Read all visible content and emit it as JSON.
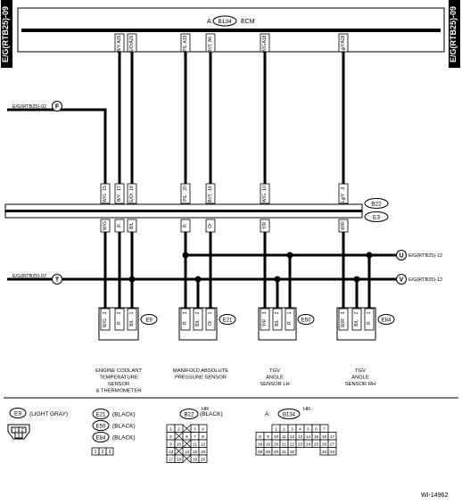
{
  "side_tabs": {
    "left": "E/G(RTB25)-09",
    "right": "E/G(RTB25)-09"
  },
  "ecm": {
    "prefix": "A:",
    "connector": "B134",
    "label": "ECM"
  },
  "ecm_pins": [
    {
      "color": "B/Y",
      "pin": "A35"
    },
    {
      "color": "G/Or",
      "pin": "A26"
    },
    {
      "color": "P/L",
      "pin": "A19"
    },
    {
      "color": "Br/Y",
      "pin": "A6"
    },
    {
      "color": "W/G",
      "pin": "A18"
    },
    {
      "color": "Lg/Y",
      "pin": "A28"
    }
  ],
  "mid_top_pins": [
    {
      "color": "W/G",
      "pin": "15"
    },
    {
      "color": "B/Y",
      "pin": "17"
    },
    {
      "color": "G/Or",
      "pin": "18"
    },
    {
      "color": "P/L",
      "pin": "20"
    },
    {
      "color": "Br/Y",
      "pin": "16"
    },
    {
      "color": "W/G",
      "pin": "10"
    },
    {
      "color": "Lg/Y",
      "pin": "3"
    }
  ],
  "mid_bottom_colors": [
    "W/G",
    "R",
    "B/L",
    "R",
    "Or",
    "Y/R",
    "W/R"
  ],
  "connector_labels": {
    "b22": "B22",
    "e3": "E3"
  },
  "refs": {
    "f": {
      "text": "E/G(RTB25)-02",
      "letter": "F"
    },
    "t": {
      "text": "E/G(RTB25)-07",
      "letter": "T"
    },
    "u": {
      "text": "E/G(RTB25)-12",
      "letter": "U"
    },
    "v": {
      "text": "E/G(RTB25)-12",
      "letter": "V"
    }
  },
  "sensors": [
    {
      "id": "E9",
      "pins": [
        "3",
        "2",
        "1"
      ],
      "colors": [
        "W/G",
        "R",
        "B/L"
      ],
      "label": [
        "ENGINE COOLANT",
        "TEMPERATURE",
        "SENSOR",
        "& THERMOMETER"
      ]
    },
    {
      "id": "E21",
      "pins": [
        "3",
        "2",
        "1"
      ],
      "colors": [
        "R",
        "B/L",
        "Or"
      ],
      "label": [
        "MANIFOLD ABSOLUTE",
        "PRESSURE SENSOR"
      ]
    },
    {
      "id": "E50",
      "pins": [
        "3",
        "2",
        "1"
      ],
      "colors": [
        "Y/R",
        "B/L",
        "R"
      ],
      "label": [
        "TGV",
        "ANGLE",
        "SENSOR LH"
      ]
    },
    {
      "id": "E84",
      "pins": [
        "3",
        "2",
        "1"
      ],
      "colors": [
        "W/R",
        "B/L",
        "R"
      ],
      "label": [
        "TGV",
        "ANGLE",
        "SENSOR RH"
      ]
    }
  ],
  "legend": {
    "e9": {
      "id": "E9",
      "desc": "(LIGHT GRAY)",
      "pins_top": [
        "1",
        "2"
      ],
      "pins_bottom": [
        "3"
      ]
    },
    "group": [
      {
        "id": "E21",
        "desc": "(BLACK)"
      },
      {
        "id": "E50",
        "desc": "(BLACK)"
      },
      {
        "id": "E84",
        "desc": "(BLACK)"
      }
    ],
    "group_pins": [
      "1",
      "2",
      "3"
    ],
    "b22": {
      "id": "B22",
      "hr": "HR",
      "desc": "(BLACK)",
      "rows": [
        [
          "1",
          "2",
          "",
          "3",
          "4"
        ],
        [
          "5",
          "",
          "6",
          "7",
          "8"
        ],
        [
          "9",
          "10",
          "",
          "11",
          "12"
        ],
        [
          "13",
          "",
          "14",
          "15",
          "16"
        ],
        [
          "17",
          "18",
          "",
          "19",
          "20"
        ]
      ]
    },
    "b134": {
      "prefix": "A:",
      "id": "B134",
      "hr": "HR",
      "rows": [
        [
          "",
          "",
          "1",
          "2",
          "3",
          "4",
          "5",
          "6",
          "7"
        ],
        [
          "8",
          "9",
          "10",
          "11",
          "12",
          "13",
          "14",
          "15",
          "16",
          "17"
        ],
        [
          "18",
          "19",
          "20",
          "21",
          "22",
          "23",
          "24",
          "25",
          "26",
          "27"
        ],
        [
          "28",
          "29",
          "30",
          "31",
          "32",
          "",
          "",
          "",
          "33",
          "34"
        ]
      ]
    }
  },
  "figure_id": "WI-14962"
}
